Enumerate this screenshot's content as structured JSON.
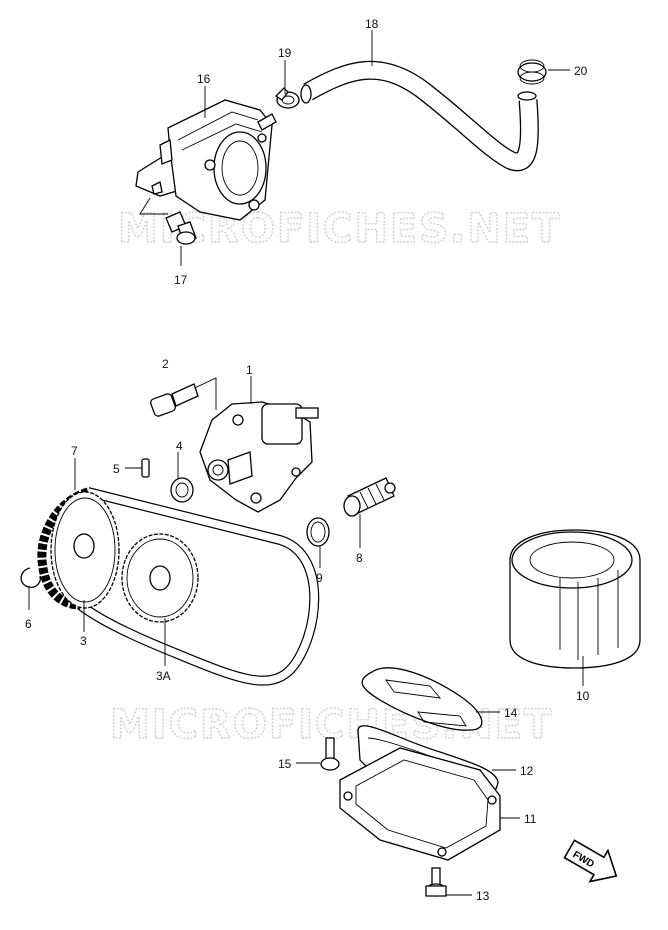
{
  "watermark": "MICROFICHES.NET",
  "fwd_label": "FWD",
  "callouts": [
    {
      "id": "c1",
      "label": "1"
    },
    {
      "id": "c2",
      "label": "2"
    },
    {
      "id": "c3",
      "label": "3"
    },
    {
      "id": "c3a",
      "label": "3A"
    },
    {
      "id": "c4",
      "label": "4"
    },
    {
      "id": "c5",
      "label": "5"
    },
    {
      "id": "c6",
      "label": "6"
    },
    {
      "id": "c7",
      "label": "7"
    },
    {
      "id": "c8",
      "label": "8"
    },
    {
      "id": "c9",
      "label": "9"
    },
    {
      "id": "c10",
      "label": "10"
    },
    {
      "id": "c11",
      "label": "11"
    },
    {
      "id": "c12",
      "label": "12"
    },
    {
      "id": "c13",
      "label": "13"
    },
    {
      "id": "c14",
      "label": "14"
    },
    {
      "id": "c15",
      "label": "15"
    },
    {
      "id": "c16",
      "label": "16"
    },
    {
      "id": "c17",
      "label": "17"
    },
    {
      "id": "c18",
      "label": "18"
    },
    {
      "id": "c19",
      "label": "19"
    },
    {
      "id": "c20",
      "label": "20"
    }
  ]
}
